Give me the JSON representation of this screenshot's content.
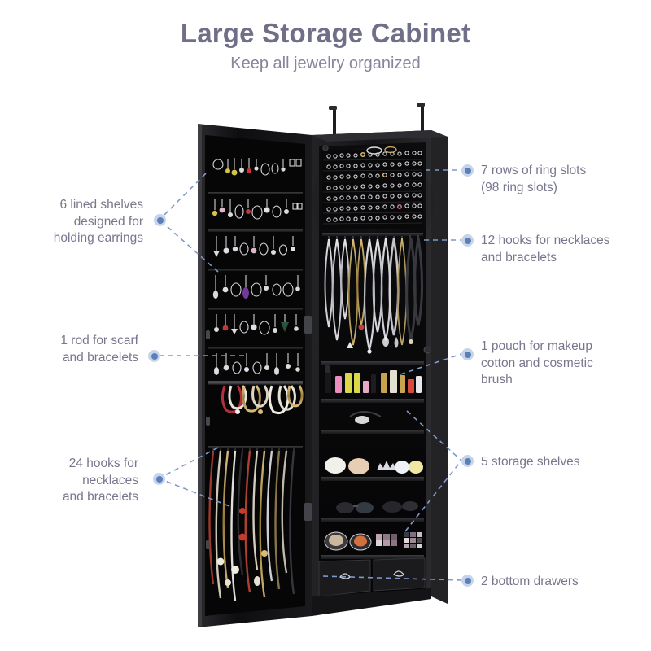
{
  "header": {
    "title": "Large Storage Cabinet",
    "subtitle": "Keep all jewelry organized",
    "title_color": "#6f6f88",
    "subtitle_color": "#85859c"
  },
  "theme": {
    "marker_color": "#5b7fb9",
    "marker_ring_color": "#c6d4ea",
    "leader_line_color": "#7d9bc9",
    "label_color": "#77778e",
    "cabinet_body_color": "#1b1b1d",
    "cabinet_interior_color": "#070708",
    "cabinet_edge_color": "#3a3a3d"
  },
  "product": {
    "name": "jewelry-armoire-cabinet",
    "finish": "black"
  },
  "callouts": [
    {
      "id": "ring-slots",
      "side": "right",
      "lines": [
        "7 rows of ring slots",
        "(98 ring slots)"
      ],
      "text": "7 rows of ring slots\n(98 ring slots)"
    },
    {
      "id": "necklace-hooks-12",
      "side": "right",
      "lines": [
        "12 hooks for necklaces",
        "and bracelets"
      ],
      "text": "12 hooks for necklaces\nand bracelets"
    },
    {
      "id": "makeup-pouch",
      "side": "right",
      "lines": [
        "1 pouch for makeup",
        "cotton and cosmetic",
        "brush"
      ],
      "text": "1 pouch for makeup\ncotton and cosmetic\nbrush"
    },
    {
      "id": "storage-shelves",
      "side": "right",
      "lines": [
        "5 storage shelves"
      ],
      "text": "5 storage shelves"
    },
    {
      "id": "bottom-drawers",
      "side": "right",
      "lines": [
        "2 bottom drawers"
      ],
      "text": "2 bottom drawers"
    },
    {
      "id": "lined-shelves",
      "side": "left",
      "lines": [
        "6 lined shelves",
        "designed for",
        "holding earrings"
      ],
      "text": "6 lined shelves\ndesigned for\nholding earrings"
    },
    {
      "id": "scarf-rod",
      "side": "left",
      "lines": [
        "1 rod for scarf",
        "and bracelets"
      ],
      "text": "1 rod for scarf\nand bracelets"
    },
    {
      "id": "necklace-hooks-24",
      "side": "left",
      "lines": [
        "24 hooks for",
        "necklaces",
        "and bracelets"
      ],
      "text": "24 hooks for\nnecklaces\nand bracelets"
    }
  ]
}
